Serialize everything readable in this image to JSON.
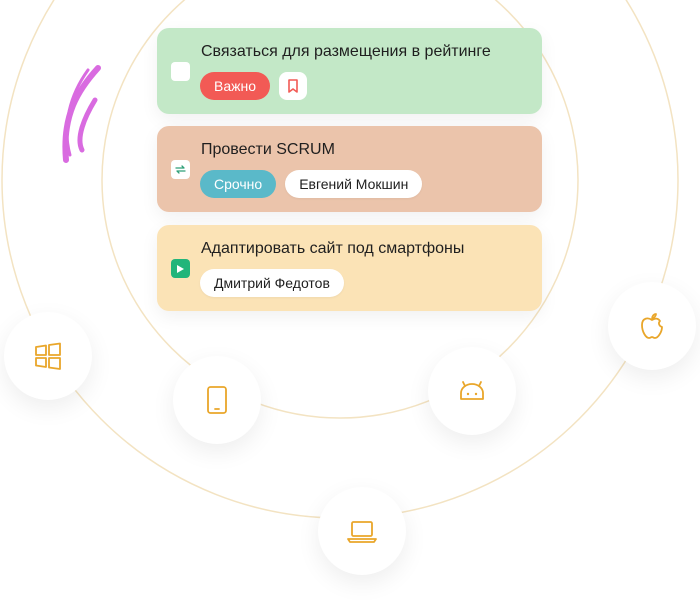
{
  "tasks": [
    {
      "title": "Связаться для размещения в рейтинге",
      "status_icon": "checkbox-empty-icon",
      "tags": [
        {
          "label": "Важно",
          "color": "#f25a55"
        }
      ],
      "extra_icon": "bookmark-icon"
    },
    {
      "title": "Провести SCRUM",
      "status_icon": "repeat-icon",
      "tags": [
        {
          "label": "Срочно",
          "color": "#5ab9c9"
        },
        {
          "label": "Евгений Мокшин"
        }
      ]
    },
    {
      "title": "Адаптировать сайт под смартфоны",
      "status_icon": "play-icon",
      "tags": [
        {
          "label": "Дмитрий Федотов"
        }
      ]
    }
  ],
  "platforms": [
    "windows-icon",
    "tablet-icon",
    "laptop-icon",
    "android-icon",
    "apple-icon"
  ],
  "colors": {
    "accent_icon": "#e9a62a",
    "orbit": "#f3e3c2",
    "brush": "#d96be0",
    "card_green": "#c3e8c7",
    "card_orange": "#ebc4ab",
    "card_yellow": "#fbe3b6"
  }
}
